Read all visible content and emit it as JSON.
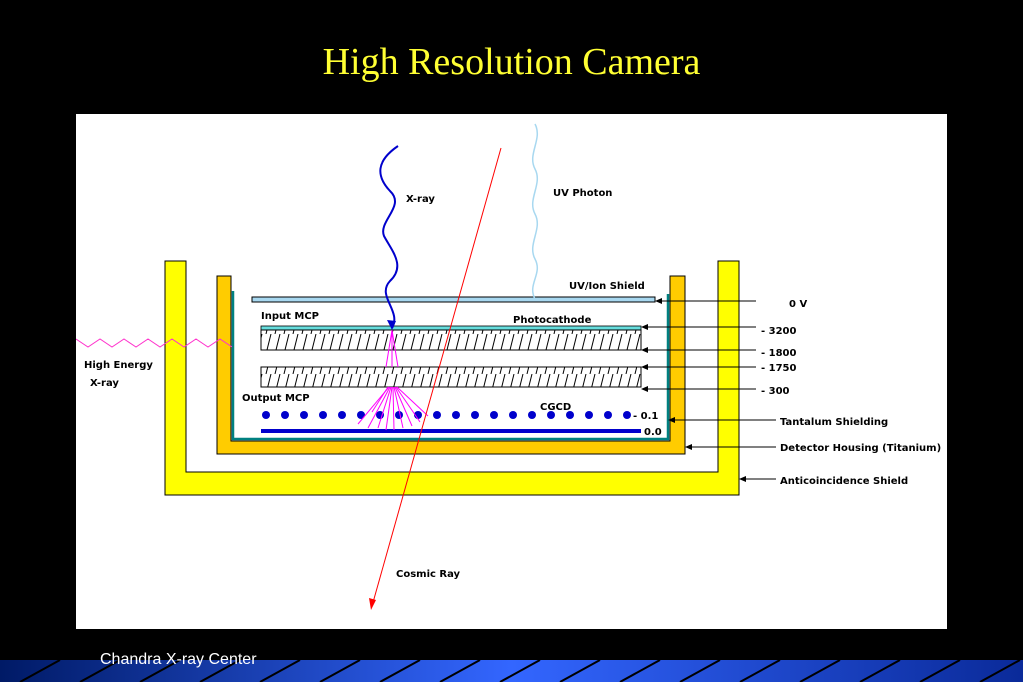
{
  "slide": {
    "title": "High Resolution Camera"
  },
  "diagram": {
    "labels": {
      "xray": "X-ray",
      "uv_photon": "UV Photon",
      "uv_ion_shield": "UV/Ion Shield",
      "input_mcp": "Input MCP",
      "photocathode": "Photocathode",
      "high_energy_line1": "High Energy",
      "high_energy_line2": "X-ray",
      "output_mcp": "Output MCP",
      "cgcd": "CGCD",
      "cosmic_ray": "Cosmic Ray",
      "tantalum_shielding": "Tantalum Shielding",
      "detector_housing": "Detector Housing (Titanium)",
      "anticoincidence_shield": "Anticoincidence Shield"
    },
    "voltages": {
      "v0": "0 V",
      "v3200": "- 3200",
      "v1800": "- 1800",
      "v1750": "- 1750",
      "v300": "-  300",
      "v01": "- 0.1",
      "v00": "0.0"
    },
    "colors": {
      "anticoincidence": "#ffff00",
      "housing": "#ffcc00",
      "tantalum": "#008080",
      "xray_path": "#0000cc",
      "cosmic_ray": "#ff0000",
      "uv_path": "#a8d8f0",
      "secondary_shower": "#ff00ff",
      "cgcd_dots": "#0000cc"
    }
  },
  "footer": {
    "text": "Chandra X-ray Center"
  }
}
